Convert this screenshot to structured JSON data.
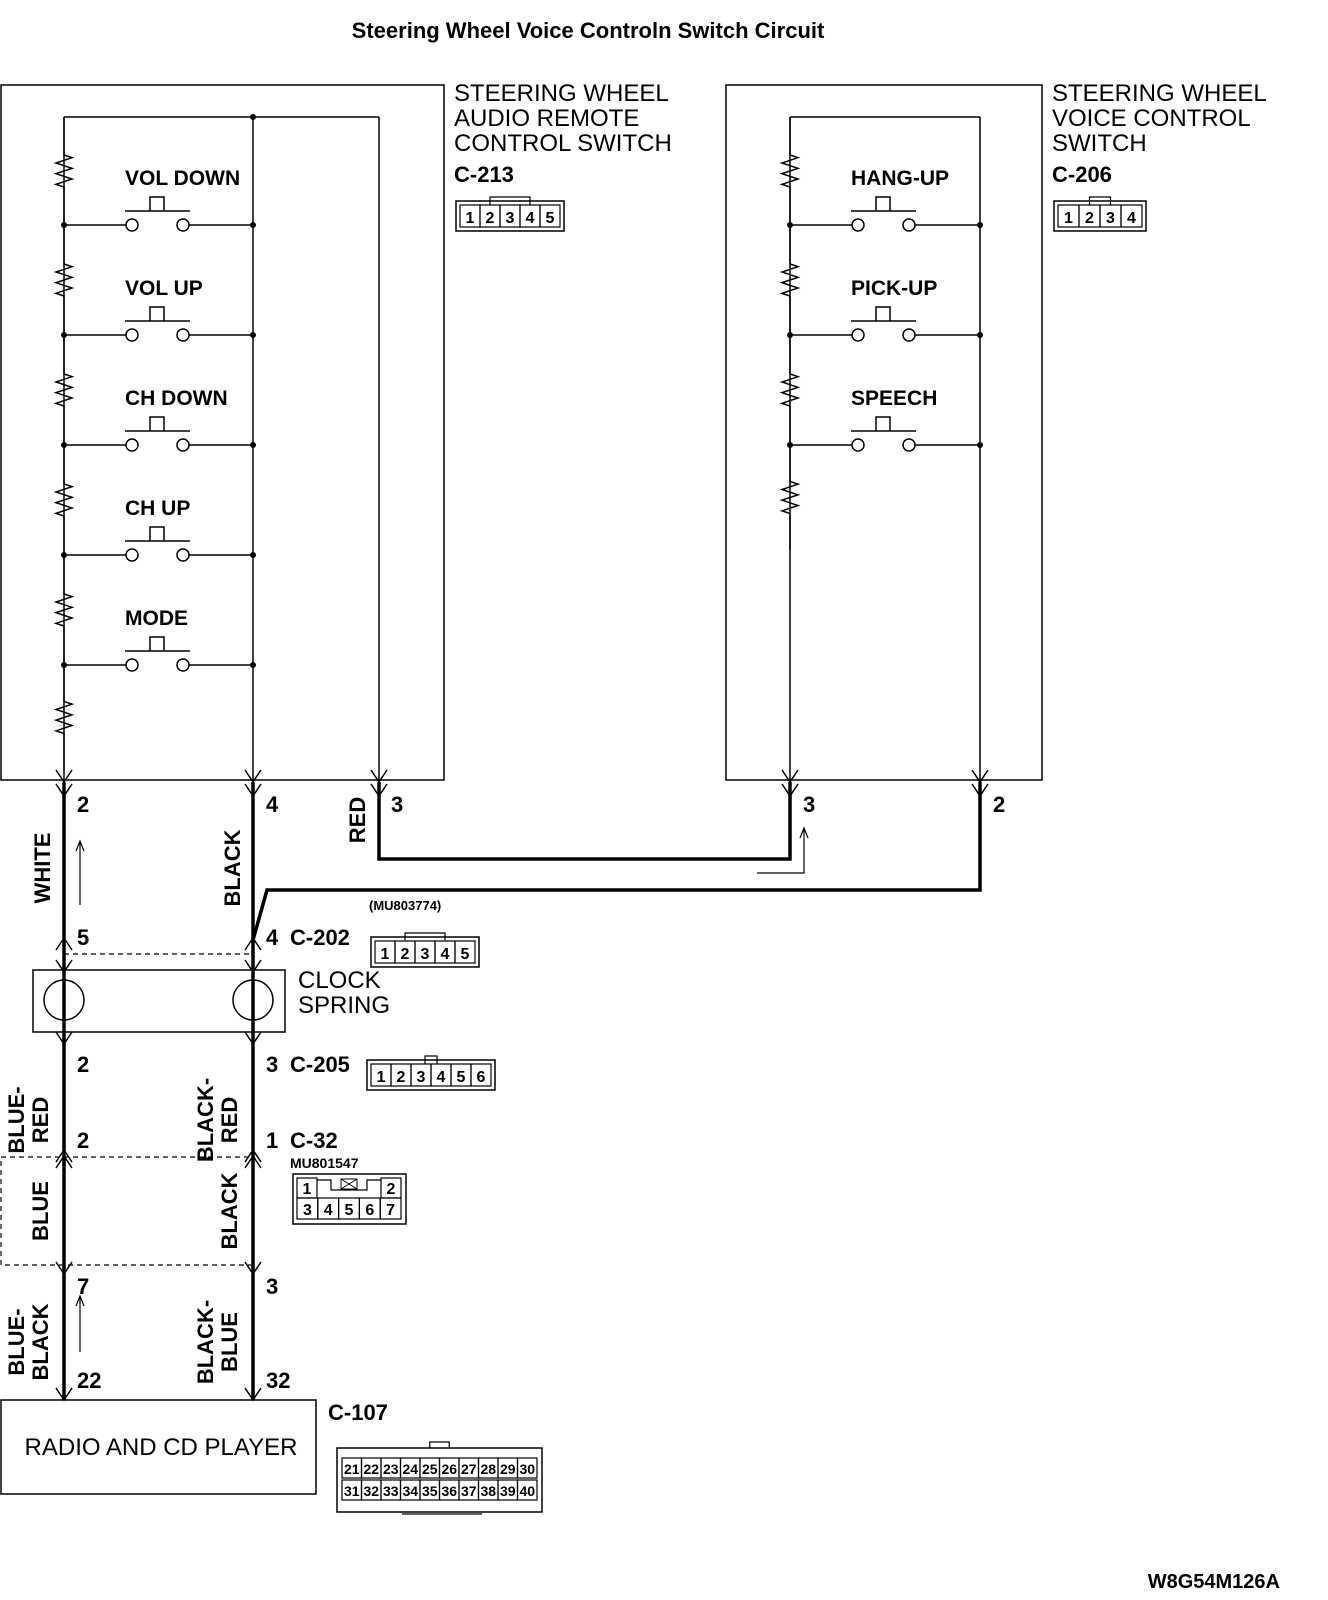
{
  "title": "Steering Wheel Voice Controln Switch Circuit",
  "figure_code": "W8G54M126A",
  "audio_switch": {
    "label_lines": [
      "STEERING WHEEL",
      "AUDIO REMOTE",
      "CONTROL SWITCH"
    ],
    "connector": "C-213",
    "pins": [
      "1",
      "2",
      "3",
      "4",
      "5"
    ],
    "switches": [
      "VOL DOWN",
      "VOL UP",
      "CH DOWN",
      "CH UP",
      "MODE"
    ],
    "terminals": [
      "2",
      "4",
      "3"
    ]
  },
  "voice_switch": {
    "label_lines": [
      "STEERING WHEEL",
      "VOICE CONTROL",
      "SWITCH"
    ],
    "connector": "C-206",
    "pins": [
      "1",
      "2",
      "3",
      "4"
    ],
    "switches": [
      "HANG-UP",
      "PICK-UP",
      "SPEECH"
    ],
    "terminals": [
      "3",
      "2"
    ]
  },
  "wires": {
    "white": "WHITE",
    "black": "BLACK",
    "red": "RED",
    "blue_red": [
      "BLUE-",
      "RED"
    ],
    "black_red": [
      "BLACK-",
      "RED"
    ],
    "blue": "BLUE",
    "black2": "BLACK",
    "blue_black": [
      "BLUE-",
      "BLACK"
    ],
    "black_blue": [
      "BLACK-",
      "BLUE"
    ]
  },
  "c202": {
    "name": "C-202",
    "part": "(MU803774)",
    "pins": [
      "1",
      "2",
      "3",
      "4",
      "5"
    ],
    "pin_left": "5",
    "pin_right": "4"
  },
  "clock_spring": {
    "lines": [
      "CLOCK",
      "SPRING"
    ]
  },
  "c205": {
    "name": "C-205",
    "pins": [
      "1",
      "2",
      "3",
      "4",
      "5",
      "6"
    ],
    "pin_left": "2",
    "pin_right": "3"
  },
  "c32": {
    "name": "C-32",
    "part": "MU801547",
    "pins_top": [
      "1",
      "2"
    ],
    "pins_bottom": [
      "3",
      "4",
      "5",
      "6",
      "7"
    ],
    "pin_left": "2",
    "pin_right": "1"
  },
  "lower_pins": {
    "left_top": "7",
    "right_top": "3",
    "left_bottom": "22",
    "right_bottom": "32"
  },
  "radio": {
    "label": "RADIO AND CD PLAYER",
    "connector": "C-107",
    "pins_top": [
      "21",
      "22",
      "23",
      "24",
      "25",
      "26",
      "27",
      "28",
      "29",
      "30"
    ],
    "pins_bottom": [
      "31",
      "32",
      "33",
      "34",
      "35",
      "36",
      "37",
      "38",
      "39",
      "40"
    ]
  }
}
